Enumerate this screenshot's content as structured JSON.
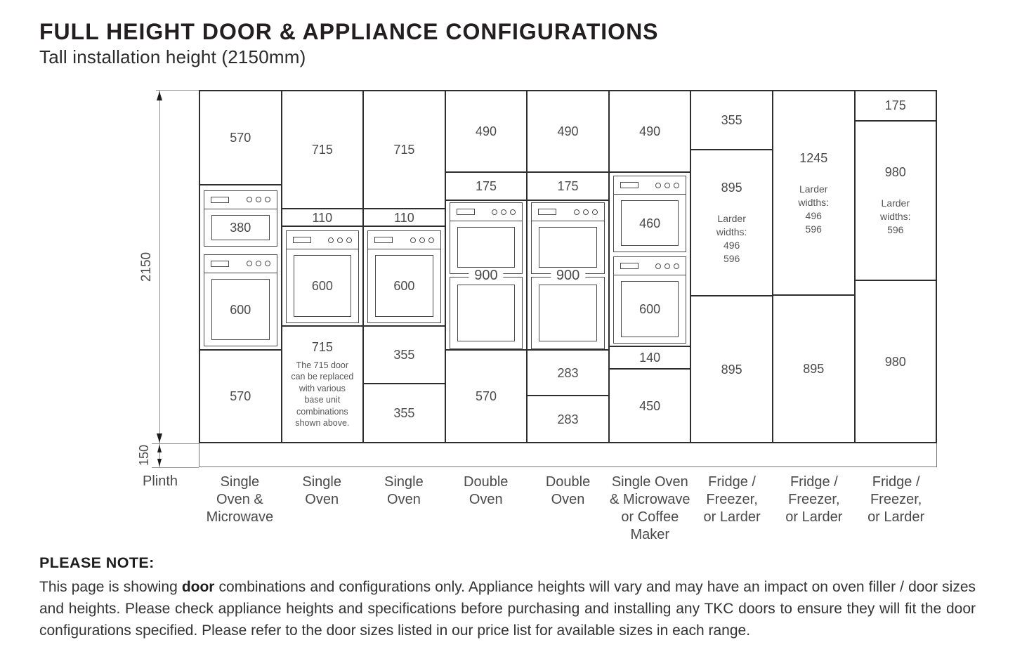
{
  "header": {
    "title": "FULL HEIGHT DOOR & APPLIANCE CONFIGURATIONS",
    "subtitle": "Tall installation height (2150mm)"
  },
  "dimensions": {
    "total_height": "2150",
    "plinth_height": "150",
    "plinth_label": "Plinth"
  },
  "note": {
    "heading": "PLEASE NOTE:",
    "before_bold": "This page is showing ",
    "bold": "door",
    "after_bold": " combinations and configurations only. Appliance heights will vary and may have an impact on oven filler / door sizes and heights. Please check appliance heights and specifications before purchasing and installing any TKC doors to ensure they will fit the door configurations specified. Please refer to the door sizes listed in our price list for available sizes in each range."
  },
  "diagram": {
    "scale_total_mm": 2150,
    "columns": [
      {
        "caption": [
          "Single",
          "Oven &",
          "Microwave"
        ],
        "sections": [
          {
            "type": "door",
            "mm": 570,
            "label": "570"
          },
          {
            "type": "appliances",
            "mm": 1010,
            "items": [
              {
                "kind": "microwave",
                "gap_mm": 28,
                "box_mm": 345,
                "label": "380"
              },
              {
                "kind": "oven",
                "gap_mm": 48,
                "box_mm": 565,
                "label": "600"
              }
            ]
          },
          {
            "type": "door",
            "mm": 570,
            "label": "570"
          }
        ]
      },
      {
        "caption": [
          "Single",
          "Oven"
        ],
        "sections": [
          {
            "type": "door",
            "mm": 715,
            "label": "715"
          },
          {
            "type": "filler",
            "mm": 110,
            "label": "110"
          },
          {
            "type": "appliances",
            "mm": 610,
            "items": [
              {
                "kind": "oven",
                "gap_mm": 22,
                "box_mm": 566,
                "label": "600"
              }
            ]
          },
          {
            "type": "door",
            "mm": 715,
            "label": "715",
            "note_lines": [
              "The 715 door",
              "can be replaced",
              "with various",
              "base unit",
              "combinations",
              "shown above."
            ]
          }
        ]
      },
      {
        "caption": [
          "Single",
          "Oven"
        ],
        "sections": [
          {
            "type": "door",
            "mm": 715,
            "label": "715"
          },
          {
            "type": "filler",
            "mm": 110,
            "label": "110"
          },
          {
            "type": "appliances",
            "mm": 610,
            "items": [
              {
                "kind": "oven",
                "gap_mm": 22,
                "box_mm": 566,
                "label": "600"
              }
            ]
          },
          {
            "type": "door",
            "mm": 355,
            "label": "355"
          },
          {
            "type": "door",
            "mm": 355,
            "label": "355"
          }
        ]
      },
      {
        "caption": [
          "Double",
          "Oven"
        ],
        "sections": [
          {
            "type": "door",
            "mm": 490,
            "label": "490"
          },
          {
            "type": "filler",
            "mm": 175,
            "label": "175"
          },
          {
            "type": "double_oven",
            "mm": 915,
            "box_mm": 900,
            "gap_mm": 8,
            "label": "900"
          },
          {
            "type": "door",
            "mm": 570,
            "label": "570"
          }
        ]
      },
      {
        "caption": [
          "Double",
          "Oven"
        ],
        "sections": [
          {
            "type": "door",
            "mm": 490,
            "label": "490"
          },
          {
            "type": "filler",
            "mm": 175,
            "label": "175"
          },
          {
            "type": "double_oven",
            "mm": 915,
            "box_mm": 900,
            "gap_mm": 8,
            "label": "900"
          },
          {
            "type": "door",
            "mm": 283,
            "label": "283"
          },
          {
            "type": "door",
            "mm": 283,
            "label": "283"
          }
        ]
      },
      {
        "caption": [
          "Single Oven",
          "& Microwave",
          "or Coffee",
          "Maker"
        ],
        "sections": [
          {
            "type": "door",
            "mm": 490,
            "label": "490"
          },
          {
            "type": "appliances",
            "mm": 1070,
            "items": [
              {
                "kind": "microwave",
                "gap_mm": 20,
                "box_mm": 470,
                "label": "460"
              },
              {
                "kind": "oven",
                "gap_mm": 26,
                "box_mm": 534,
                "label": "600"
              }
            ]
          },
          {
            "type": "filler",
            "mm": 140,
            "label": "140"
          },
          {
            "type": "door",
            "mm": 450,
            "label": "450"
          }
        ]
      },
      {
        "caption": [
          "Fridge /",
          "Freezer,",
          "or Larder"
        ],
        "sections": [
          {
            "type": "door",
            "mm": 355,
            "label": "355"
          },
          {
            "type": "door",
            "mm": 895,
            "label": "895",
            "sub_lines": [
              "Larder",
              "widths:",
              "496",
              "596"
            ]
          },
          {
            "type": "door",
            "mm": 895,
            "label": "895"
          }
        ]
      },
      {
        "caption": [
          "Fridge /",
          "Freezer,",
          "or Larder"
        ],
        "sections": [
          {
            "type": "door",
            "mm": 1245,
            "label": "1245",
            "sub_lines": [
              "Larder",
              "widths:",
              "496",
              "596"
            ]
          },
          {
            "type": "door",
            "mm": 895,
            "label": "895"
          }
        ]
      },
      {
        "caption": [
          "Fridge /",
          "Freezer,",
          "or Larder"
        ],
        "sections": [
          {
            "type": "filler",
            "mm": 175,
            "label": "175"
          },
          {
            "type": "door",
            "mm": 980,
            "label": "980",
            "sub_lines": [
              "Larder",
              "widths:",
              "596"
            ]
          },
          {
            "type": "door",
            "mm": 980,
            "label": "980"
          }
        ]
      }
    ]
  }
}
